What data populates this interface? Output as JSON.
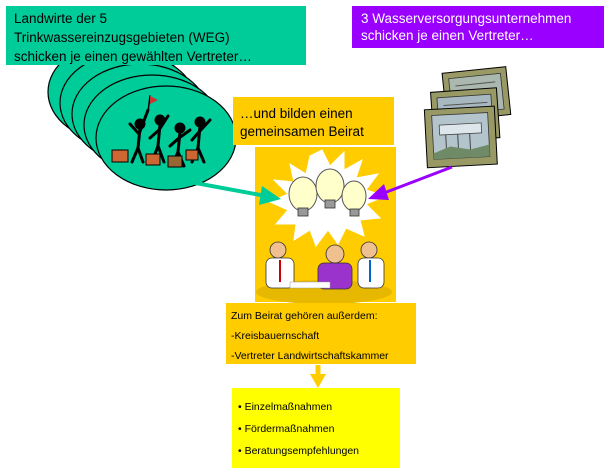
{
  "farmers_box": {
    "lines": [
      "Landwirte der 5",
      "Trinkwassereinzugsgebieten (WEG)",
      "schicken je einen gewählten Vertreter…"
    ]
  },
  "utilities_box": {
    "lines": [
      "3 Wasserversorgungsunternehmen",
      "schicken je einen Vertreter…"
    ]
  },
  "council_box": {
    "lines": [
      "…und bilden einen",
      "gemeinsamen Beirat"
    ]
  },
  "members_box": {
    "title": "Zum Beirat gehören außerdem:",
    "items": [
      "-Kreisbauernschaft",
      "-Vertreter Landwirtschaftskammer"
    ]
  },
  "outcomes_box": {
    "items": [
      "• Einzelmaßnahmen",
      "• Fördermaßnahmen",
      "• Beratungsempfehlungen"
    ]
  },
  "colors": {
    "green": "#00cc99",
    "purple": "#9900ff",
    "orange": "#ffcc00",
    "yellow": "#ffff00"
  }
}
